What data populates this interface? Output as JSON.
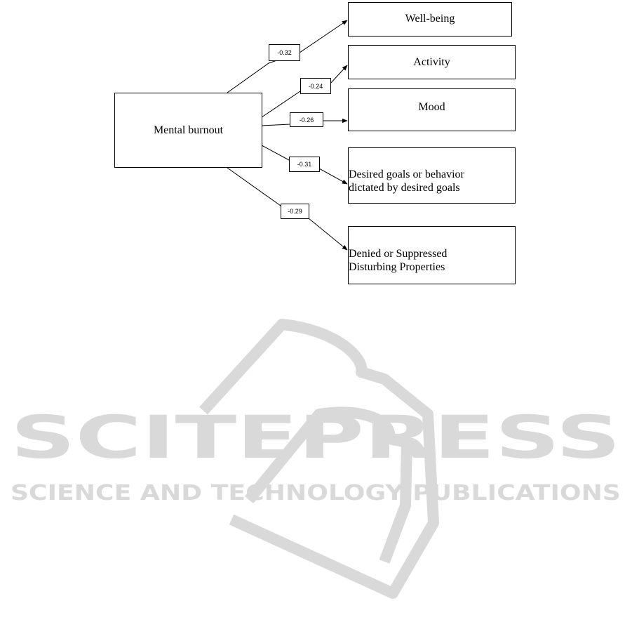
{
  "diagram": {
    "source": {
      "label": "Mental burnout"
    },
    "targets": [
      {
        "id": "well-being",
        "lines": [
          "Well-being"
        ],
        "coefficient": "-0.32"
      },
      {
        "id": "activity",
        "lines": [
          "Activity"
        ],
        "coefficient": "-0.24"
      },
      {
        "id": "mood",
        "lines": [
          "Mood"
        ],
        "coefficient": "-0.26"
      },
      {
        "id": "desired-goals",
        "lines": [
          "Desired goals or behavior",
          "dictated by desired goals"
        ],
        "coefficient": "-0.31"
      },
      {
        "id": "denied-suppressed",
        "lines": [
          "Denied or Suppressed",
          "Disturbing Properties"
        ],
        "coefficient": "-0.29"
      }
    ]
  },
  "watermark": {
    "brand": "SCITEPRESS",
    "tagline": "SCIENCE AND TECHNOLOGY PUBLICATIONS",
    "color": "#d9d9d9"
  }
}
